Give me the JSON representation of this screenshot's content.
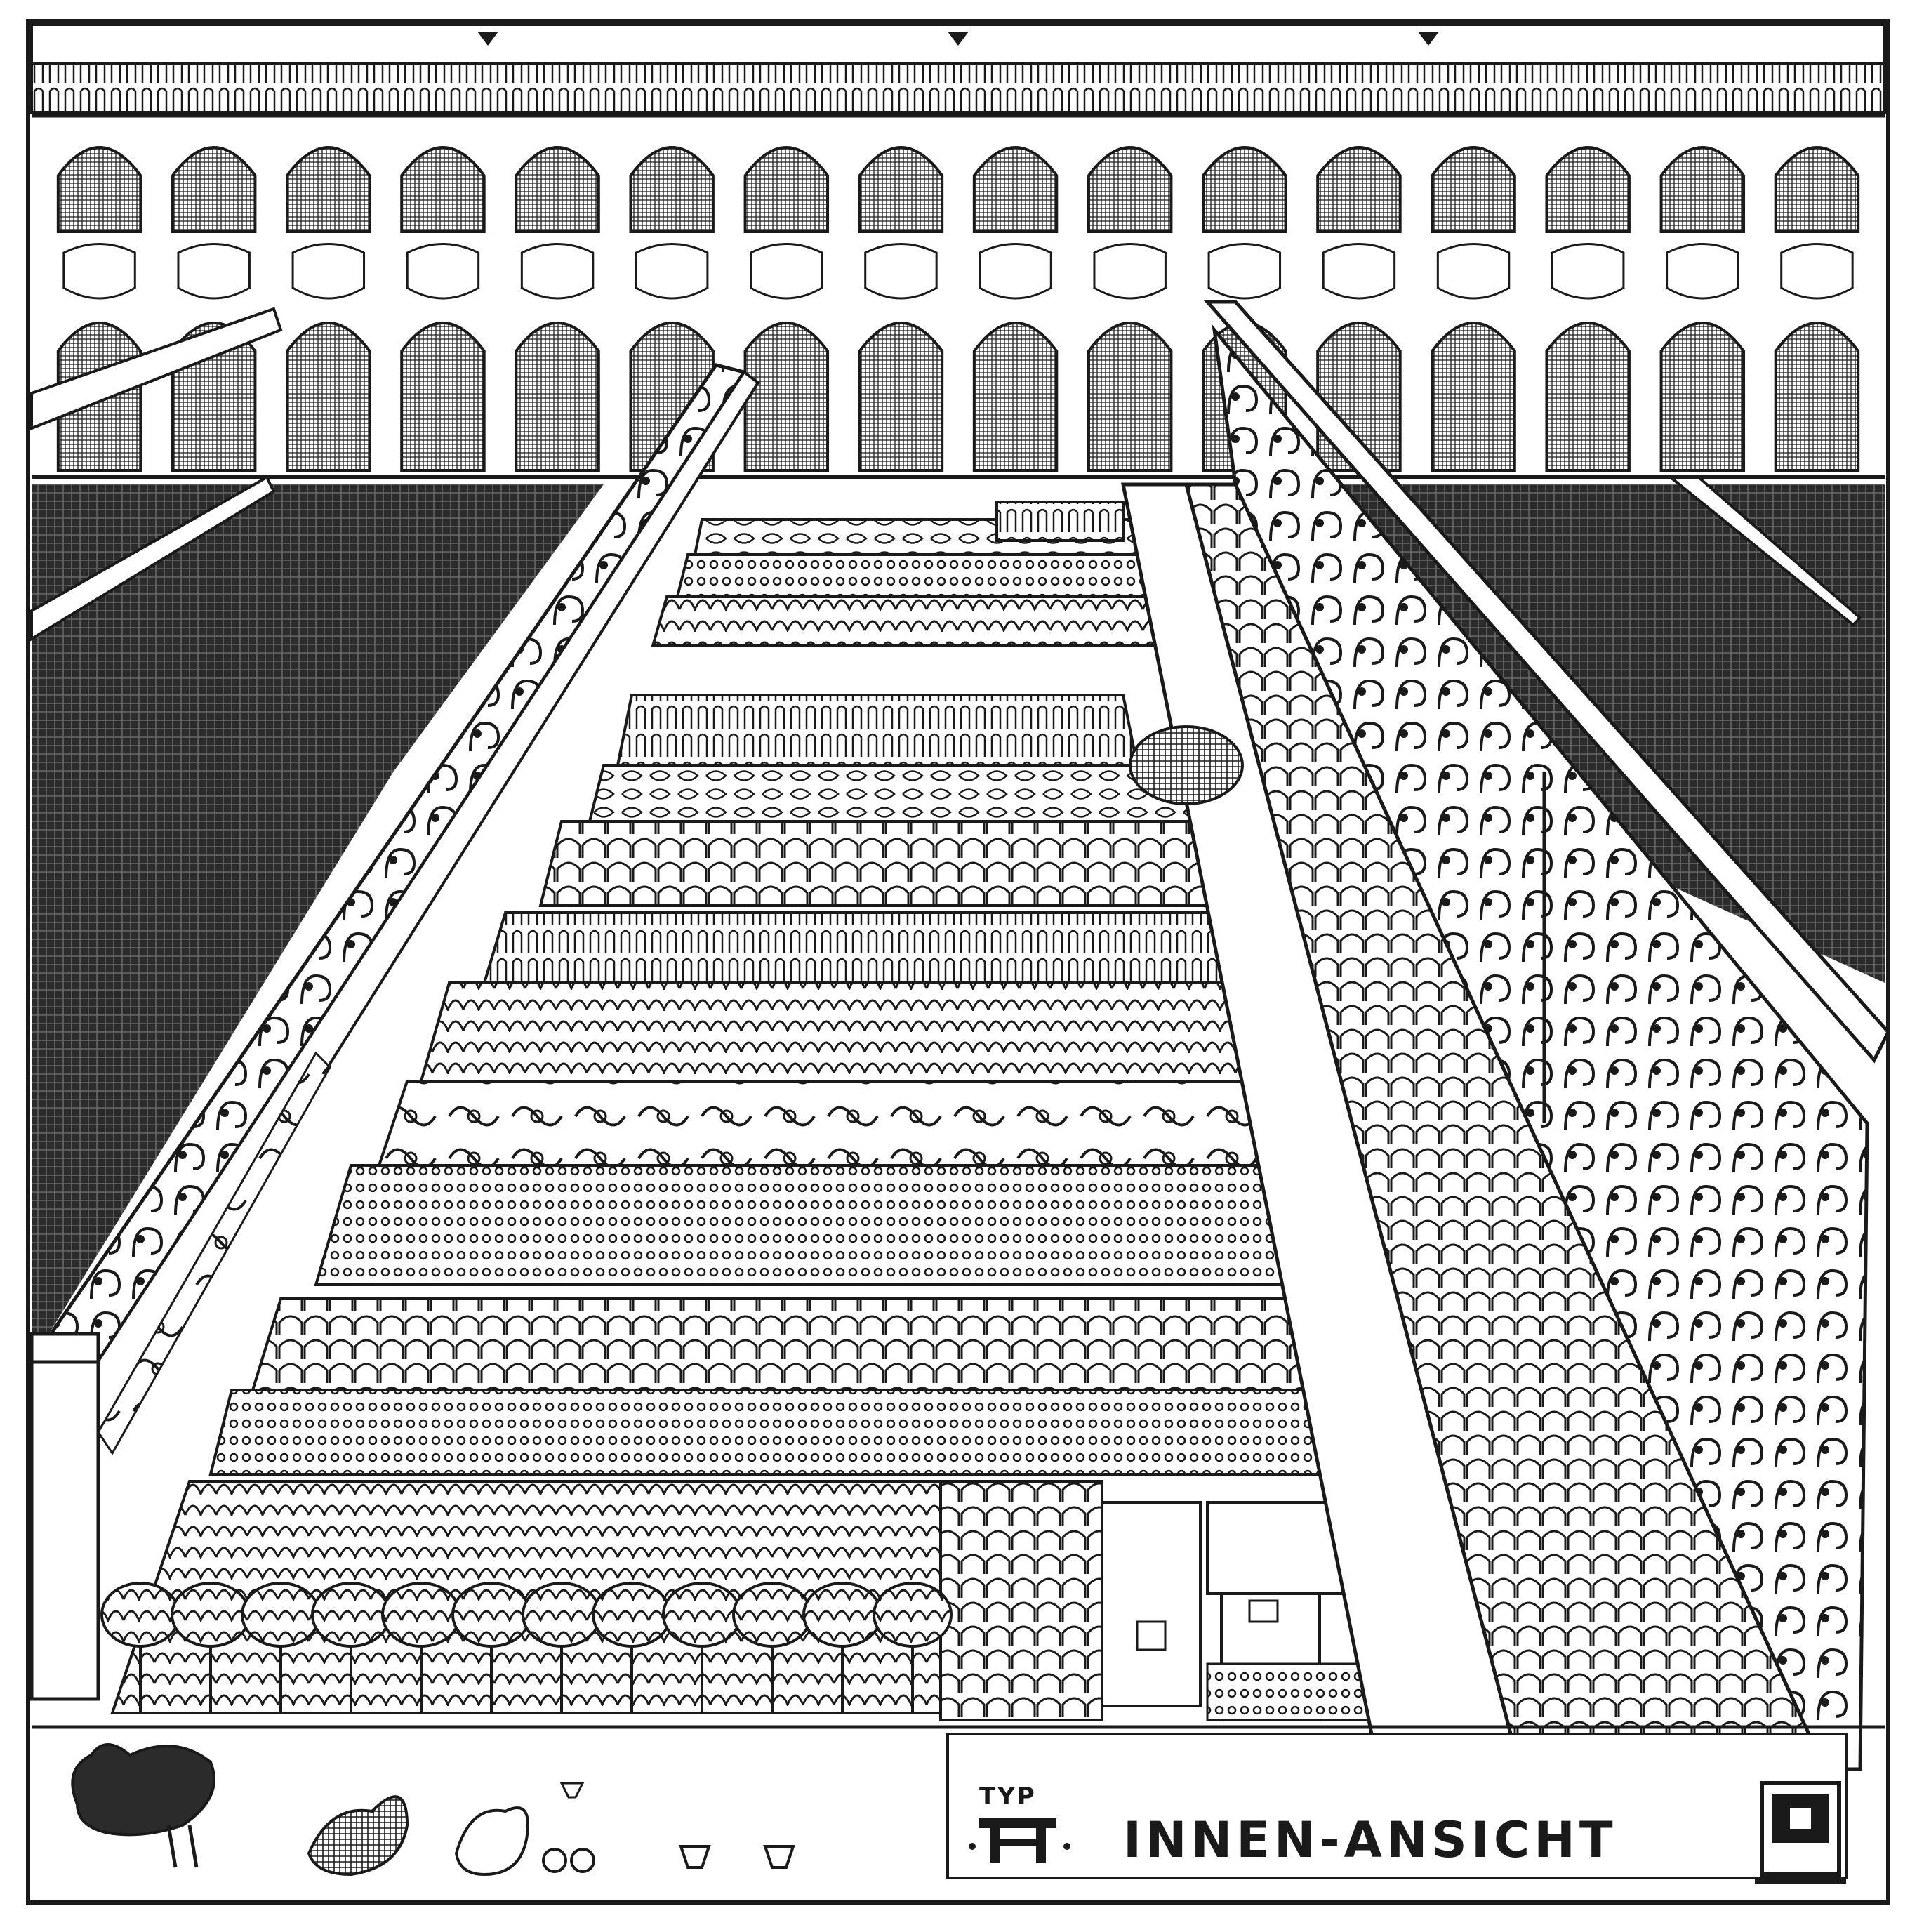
{
  "caption": {
    "typ_label": "TYP",
    "typ_letter": "A",
    "view_title": "INNEN-ANSICHT"
  },
  "colors": {
    "ink": "#1a1a1a",
    "paper": "#ffffff",
    "shade": "#2b2b2b"
  },
  "icons": {
    "monogram": "monogram-icon",
    "chickens": "chickens-icon"
  }
}
